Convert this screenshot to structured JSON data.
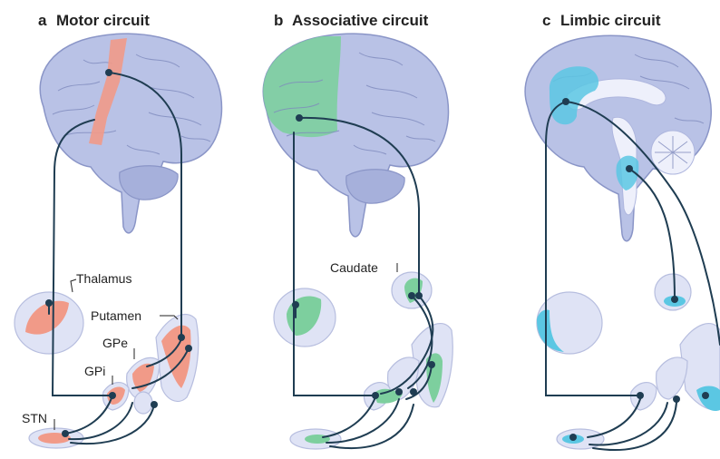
{
  "panels": [
    {
      "letter": "a",
      "title": "Motor circuit",
      "color": "#f19a88"
    },
    {
      "letter": "b",
      "title": "Associative circuit",
      "color": "#7dcf9e"
    },
    {
      "letter": "c",
      "title": "Limbic circuit",
      "color": "#5bc7e3"
    }
  ],
  "labels": {
    "thalamus": "Thalamus",
    "putamen": "Putamen",
    "gpe": "GPe",
    "gpi": "GPi",
    "stn": "STN",
    "caudate": "Caudate"
  },
  "colors": {
    "brain": "#b9c2e6",
    "pathway": "#1f3d52",
    "motor": "#f19a88",
    "associative": "#7dcf9e",
    "limbic": "#5bc7e3"
  }
}
